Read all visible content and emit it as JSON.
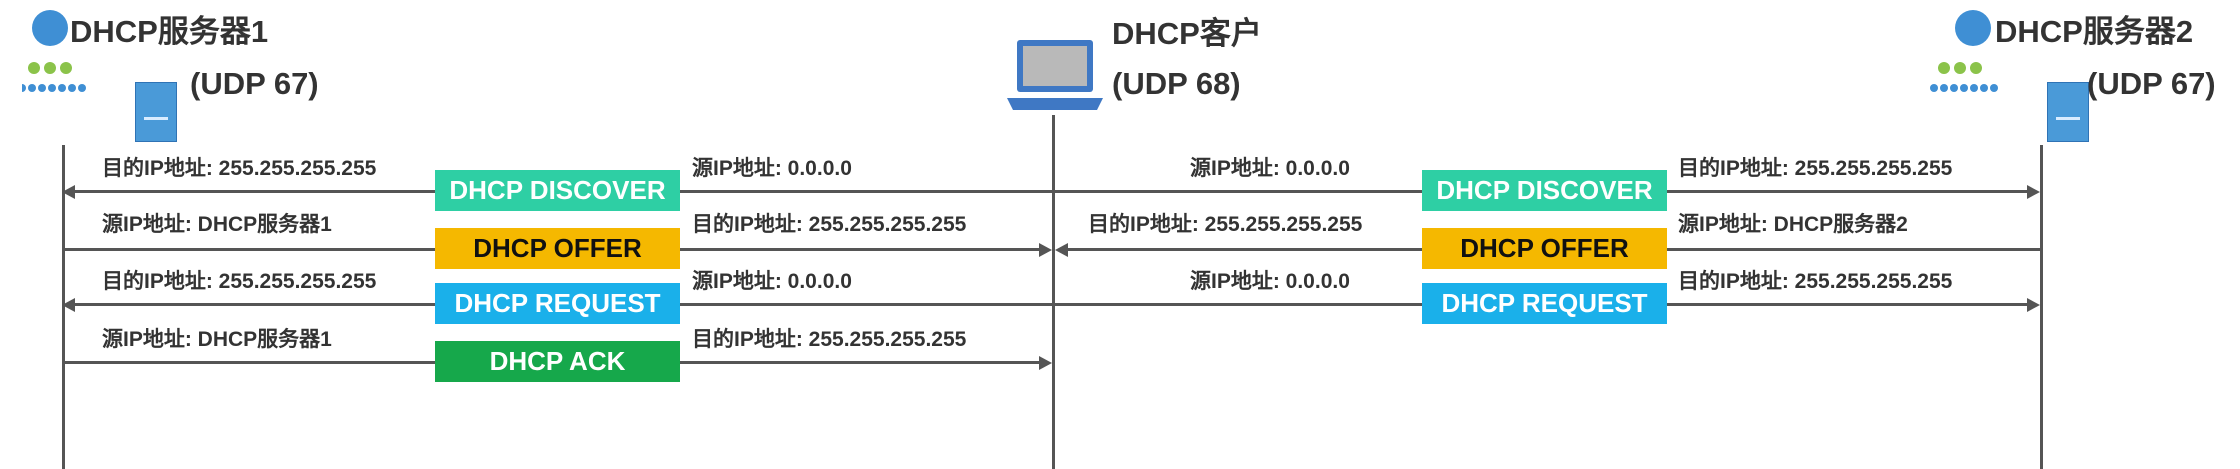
{
  "server1": {
    "title": "DHCP服务器1",
    "port": "(UDP 67)"
  },
  "client": {
    "title": "DHCP客户",
    "port": "(UDP 68)"
  },
  "server2": {
    "title": "DHCP服务器2",
    "port": "(UDP 67)"
  },
  "messages": {
    "discover": "DHCP DISCOVER",
    "offer": "DHCP OFFER",
    "request": "DHCP REQUEST",
    "ack": "DHCP ACK"
  },
  "labels": {
    "dst_bcast": "目的IP地址: 255.255.255.255",
    "src_zero": "源IP地址:    0.0.0.0",
    "src_server1": "源IP地址:  DHCP服务器1",
    "src_server2": "源IP地址:  DHCP服务器2"
  },
  "colors": {
    "discover": "#2ecfa4",
    "offer": "#f5b800",
    "request": "#1ab0ea",
    "ack": "#16a84b",
    "server_icon": "#3f8fd4",
    "people_icon": "#8bc34a",
    "laptop_icon": "#3f78c4"
  }
}
